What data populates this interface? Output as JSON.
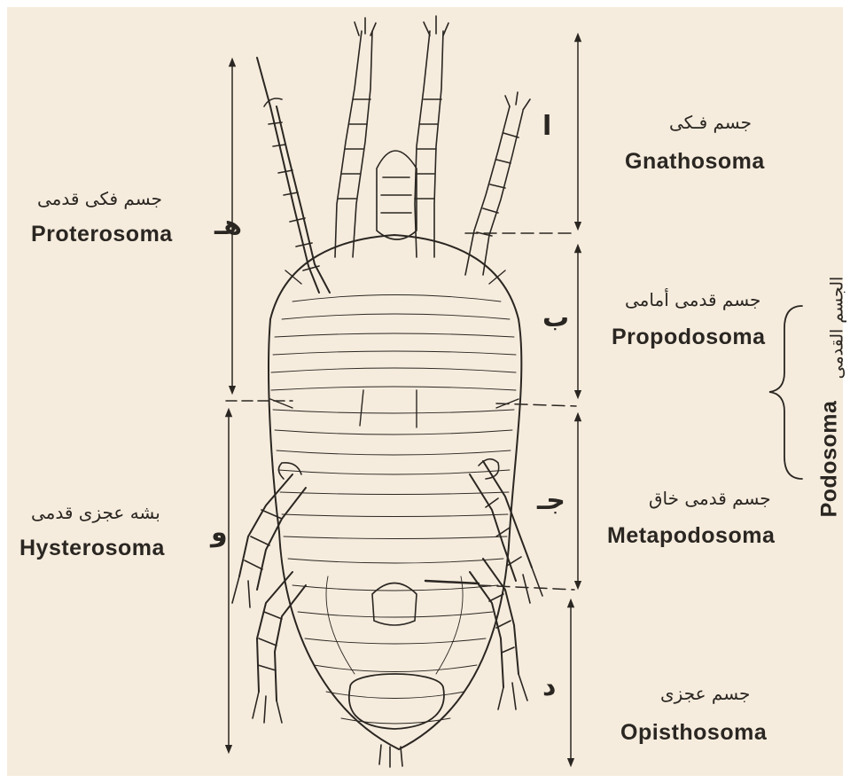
{
  "labels": {
    "gnathosoma_ar": "جسم فـكى",
    "gnathosoma": "Gnathosoma",
    "proterosoma_ar": "جسم فكى قدمى",
    "proterosoma": "Proterosoma",
    "propodosoma_ar": "جسم قدمى أمامى",
    "propodosoma": "Propodosoma",
    "metapodosoma_ar": "جسم قدمى خاق",
    "metapodosoma": "Metapodosoma",
    "hysterosoma_ar": "بشه عجزى قدمى",
    "hysterosoma": "Hysterosoma",
    "opisthosoma_ar": "جسم عجزى",
    "opisthosoma": "Opisthosoma",
    "podosoma": "Podosoma",
    "podosoma_ar": "الجسم القدمى"
  },
  "markers": {
    "right": [
      "ا",
      "ب",
      "جـ",
      "د"
    ],
    "left": [
      "هـ",
      "و"
    ]
  },
  "colors": {
    "paper": "#f6ecdd",
    "ink": "#2a2622"
  }
}
